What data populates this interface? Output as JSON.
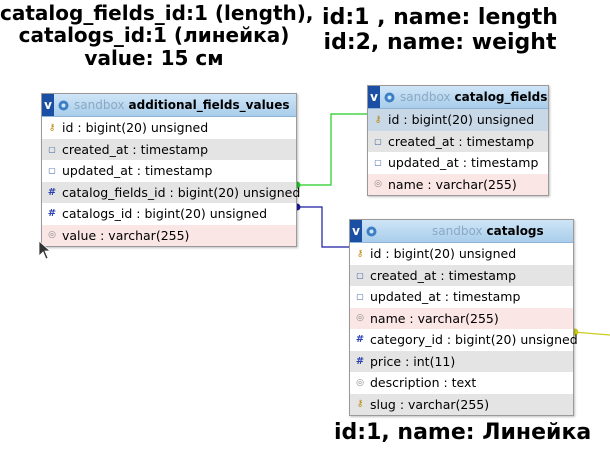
{
  "annotations": {
    "left": [
      "catalog_fields_id:1 (length),",
      "catalogs_id:1 (линейка)",
      "value: 15 см"
    ],
    "right": [
      "id:1 , name: length",
      "id:2, name: weight"
    ],
    "bottom": "id:1, name: Линейка"
  },
  "tables": [
    {
      "db": "sandbox",
      "name": "additional_fields_values",
      "columns": [
        {
          "text": "id : bigint(20) unsigned",
          "icon": "key"
        },
        {
          "text": "created_at : timestamp",
          "icon": "timestamp"
        },
        {
          "text": "updated_at : timestamp",
          "icon": "timestamp"
        },
        {
          "text": "catalog_fields_id : bigint(20) unsigned",
          "icon": "hash"
        },
        {
          "text": "catalogs_id : bigint(20) unsigned",
          "icon": "hash"
        },
        {
          "text": "value : varchar(255)",
          "icon": "string"
        }
      ]
    },
    {
      "db": "sandbox",
      "name": "catalog_fields",
      "columns": [
        {
          "text": "id : bigint(20) unsigned",
          "icon": "key"
        },
        {
          "text": "created_at : timestamp",
          "icon": "timestamp"
        },
        {
          "text": "updated_at : timestamp",
          "icon": "timestamp"
        },
        {
          "text": "name : varchar(255)",
          "icon": "string"
        }
      ]
    },
    {
      "db": "sandbox",
      "name": "catalogs",
      "columns": [
        {
          "text": "id : bigint(20) unsigned",
          "icon": "key"
        },
        {
          "text": "created_at : timestamp",
          "icon": "timestamp"
        },
        {
          "text": "updated_at : timestamp",
          "icon": "timestamp"
        },
        {
          "text": "name : varchar(255)",
          "icon": "string"
        },
        {
          "text": "category_id : bigint(20) unsigned",
          "icon": "hash"
        },
        {
          "text": "price : int(11)",
          "icon": "hash"
        },
        {
          "text": "description : text",
          "icon": "string"
        },
        {
          "text": "slug : varchar(255)",
          "icon": "key"
        }
      ]
    }
  ],
  "colors": {
    "link_catalog_fields": "#22cc22",
    "link_catalogs": "#1a1aa0",
    "link_category": "#cccc22"
  }
}
